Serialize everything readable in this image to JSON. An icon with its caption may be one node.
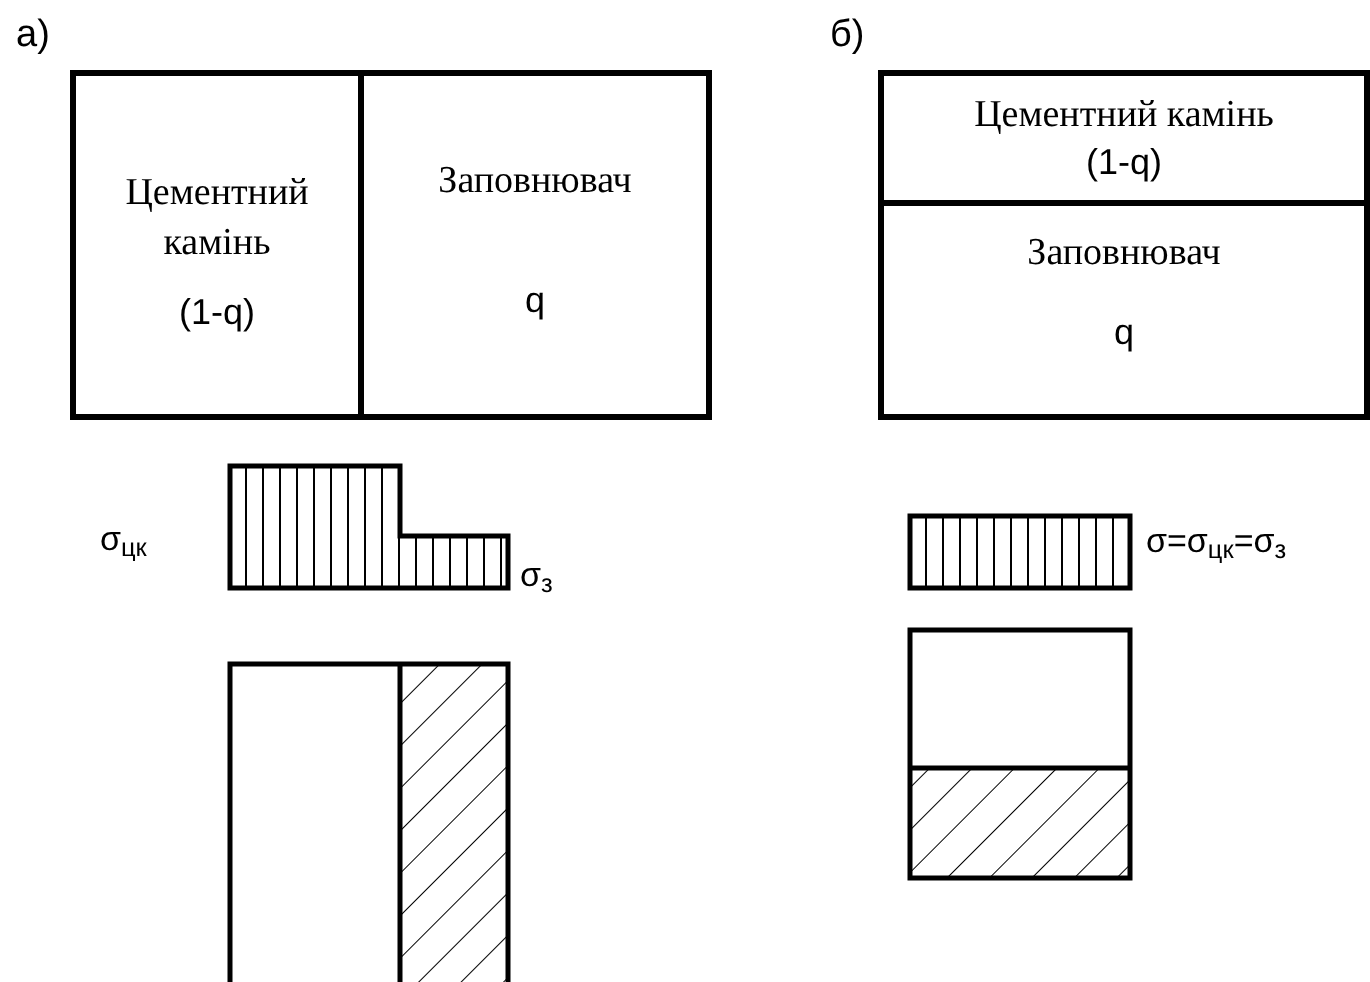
{
  "diagram": {
    "nodes": [
      {
        "text": [
          "Цементний камінь",
          "(1-q)"
        ]
      },
      {
        "text": [
          "Заповнювач",
          "q"
        ]
      },
      {
        "text": [
          "Цементний камінь",
          "(1-q)"
        ]
      },
      {
        "text": [
          "Заповнювач",
          "q"
        ]
      }
    ],
    "labels": [
      "а)",
      "б)",
      "σ$_{цк}$",
      "σ$_{з}$",
      "σ=σ$_{цк}$=σ$_{з}$"
    ]
  }
}
